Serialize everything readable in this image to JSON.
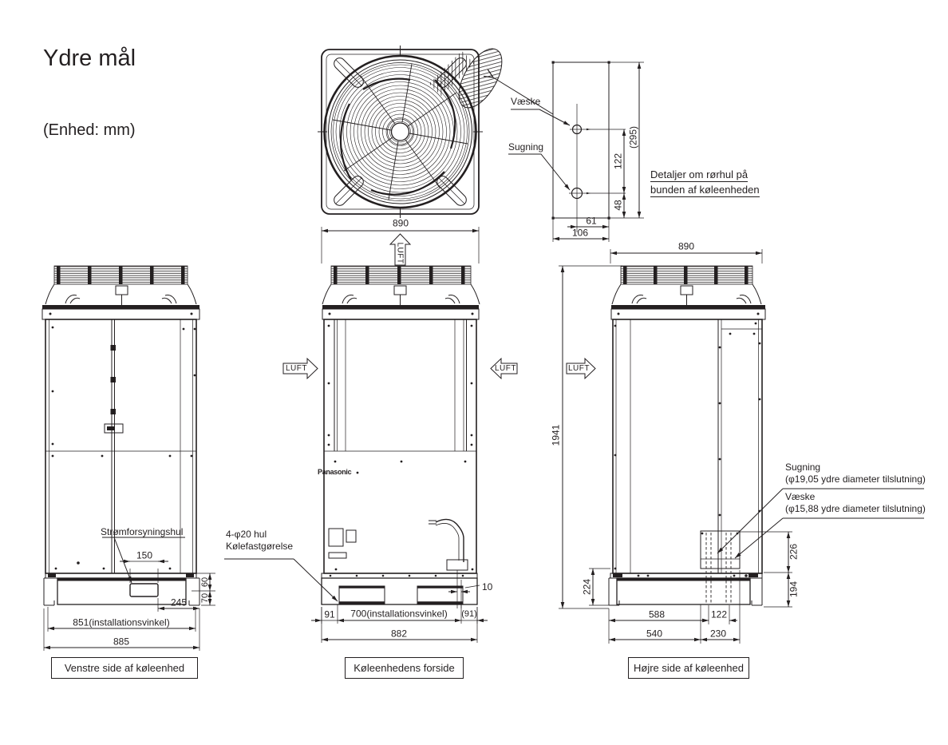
{
  "title": "Ydre mål",
  "unit_note": "(Enhed: mm)",
  "top_view": {
    "dim_width": "890"
  },
  "detail": {
    "vaeske": "Væske",
    "sugning": "Sugning",
    "dim_total_height": "(295)",
    "dim_hole_spacing": "122",
    "dim_bottom_offset": "48",
    "dim_61": "61",
    "dim_106": "106",
    "caption_line1": "Detaljer om rørhul på",
    "caption_line2": "bunden af køleenheden"
  },
  "front_view": {
    "luft_up": "LUFT",
    "luft_left": "LUFT",
    "luft_right": "LUFT",
    "brand": "Panasonic",
    "bolt_hole_line1": "4-φ20 hul",
    "bolt_hole_line2": "Kølefastgørelse",
    "dim_91_left": "91",
    "dim_700": "700(installationsvinkel)",
    "dim_91_right": "(91)",
    "dim_882": "882",
    "dim_10": "10",
    "caption": "Køleenhedens forside"
  },
  "left_view": {
    "power_hole": "Strømforsyningshul",
    "dim_150": "150",
    "dim_245": "245",
    "dim_851": "851(installationsvinkel)",
    "dim_885": "885",
    "dim_70": "70",
    "dim_60": "60",
    "caption": "Venstre side af køleenhed"
  },
  "right_view": {
    "dim_890": "890",
    "dim_1941": "1941",
    "luft": "LUFT",
    "sugning_label": "Sugning",
    "sugning_spec": "(φ19,05 ydre diameter tilslutning)",
    "vaeske_label": "Væske",
    "vaeske_spec": "(φ15,88 ydre diameter tilslutning)",
    "dim_226": "226",
    "dim_194": "194",
    "dim_224": "224",
    "dim_588": "588",
    "dim_122": "122",
    "dim_540": "540",
    "dim_230": "230",
    "caption": "Højre side af køleenhed"
  },
  "colors": {
    "line": "#231f20",
    "background": "#ffffff"
  }
}
